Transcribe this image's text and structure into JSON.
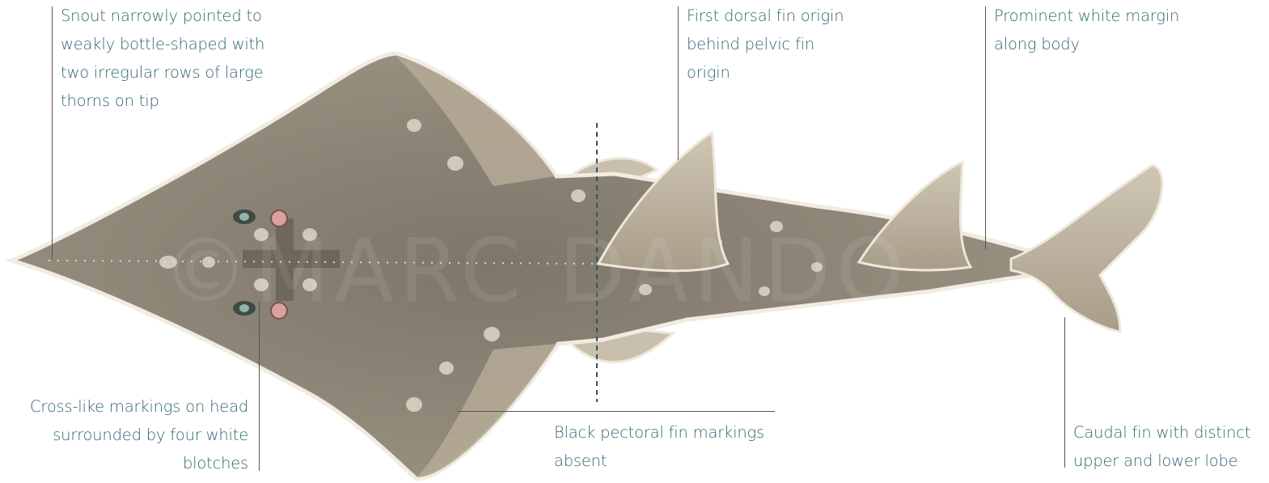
{
  "watermark": "©MARC DANDO",
  "colors": {
    "label_text": "#2f6670",
    "leader_line": "#555555",
    "body_fill": "#8a8275",
    "fin_fill": "#b3a895",
    "margin_fill": "#f1ebe0",
    "vertebral_line": "#2f5660"
  },
  "callouts": {
    "snout": [
      "Snout narrowly pointed to",
      "weakly bottle-shaped with",
      "two irregular rows of large",
      "thorns on tip"
    ],
    "dorsal": [
      "First dorsal fin origin",
      "behind pelvic fin",
      "origin"
    ],
    "margin": [
      "Prominent white margin",
      "along body"
    ],
    "head": [
      "Cross-like markings on head",
      "surrounded by four white",
      "blotches"
    ],
    "pectoral": [
      "Black pectoral fin markings",
      "absent"
    ],
    "caudal": [
      "Caudal fin with distinct",
      "upper and lower lobe"
    ]
  }
}
